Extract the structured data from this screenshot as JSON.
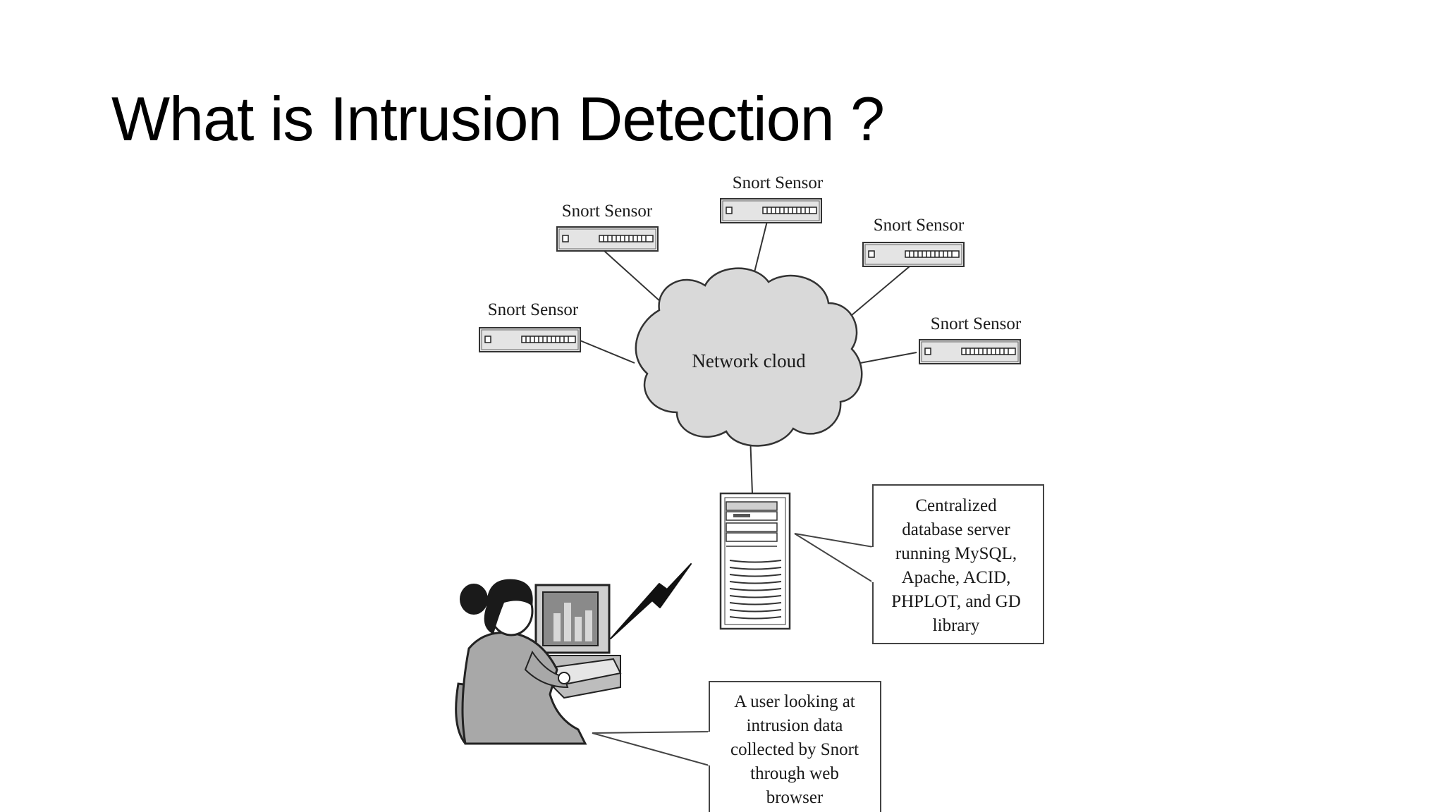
{
  "slide": {
    "title": "What is Intrusion Detection ?"
  },
  "diagram": {
    "sensors": [
      {
        "label": "Snort Sensor"
      },
      {
        "label": "Snort Sensor"
      },
      {
        "label": "Snort Sensor"
      },
      {
        "label": "Snort Sensor"
      },
      {
        "label": "Snort Sensor"
      }
    ],
    "cloud_label": "Network cloud",
    "server_callout": [
      "Centralized",
      "database server",
      "running MySQL,",
      "Apache, ACID,",
      "PHPLOT, and GD",
      "library"
    ],
    "user_callout": [
      "A user looking at",
      "intrusion data",
      "collected by Snort",
      "through web",
      "browser"
    ]
  }
}
